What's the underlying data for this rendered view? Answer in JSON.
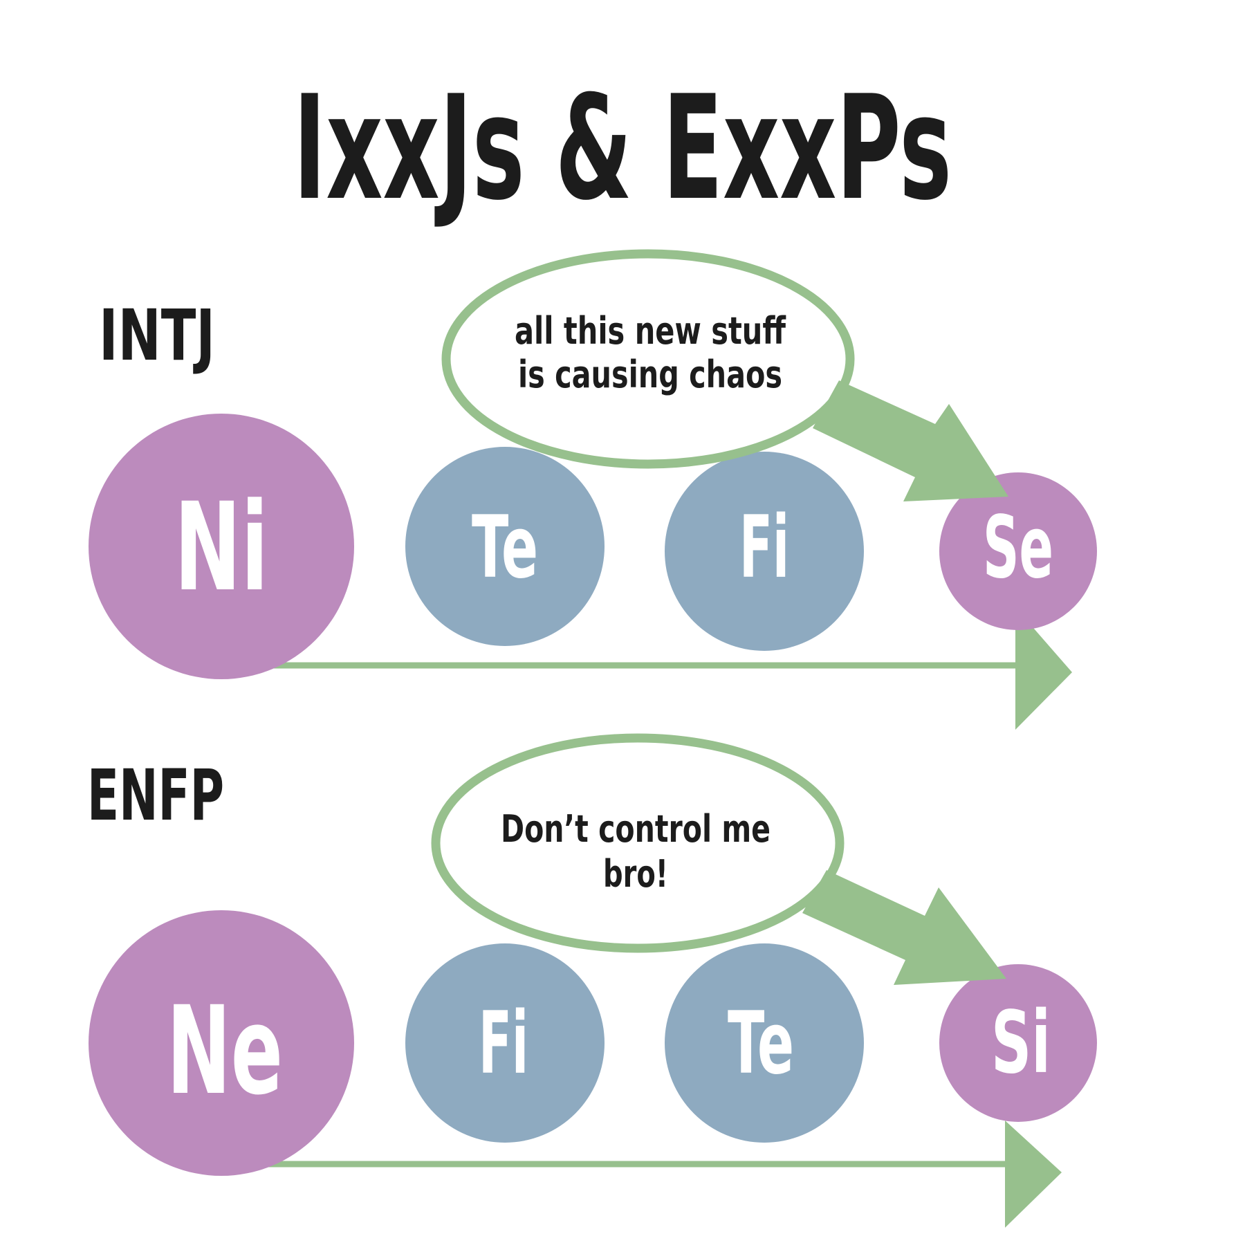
{
  "title": "IxxJs & ExxPs",
  "colors": {
    "purple": "#bc8bbd",
    "blue": "#8eaac0",
    "green": "#97c08d",
    "text_dark": "#1c1c1c",
    "text_light": "#ffffff"
  },
  "sections": [
    {
      "type_label": "INTJ",
      "speech_lines": [
        "all this new stuff",
        "is causing chaos"
      ],
      "functions": [
        "Ni",
        "Te",
        "Fi",
        "Se"
      ]
    },
    {
      "type_label": "ENFP",
      "speech_lines": [
        "Don’t control me",
        "bro!"
      ],
      "functions": [
        "Ne",
        "Fi",
        "Te",
        "Si"
      ]
    }
  ]
}
